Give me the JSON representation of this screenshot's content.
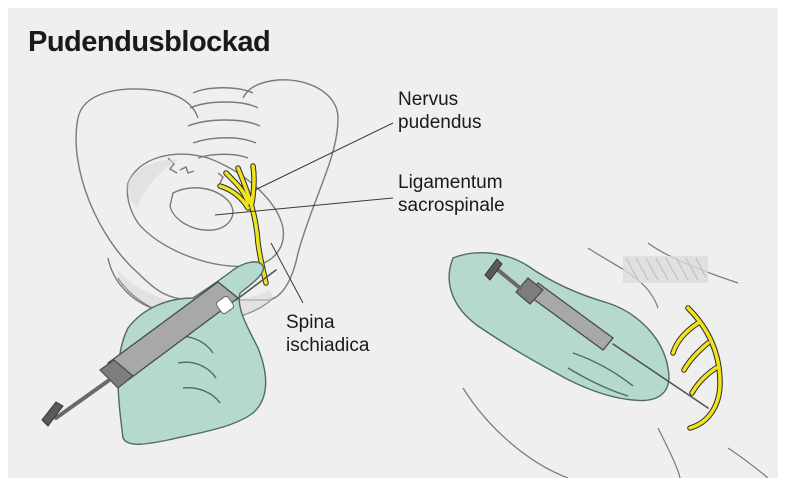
{
  "title": "Pudendusblockad",
  "labels": {
    "nerve": [
      "Nervus",
      "pudendus"
    ],
    "ligament": [
      "Ligamentum",
      "sacrospinale"
    ],
    "spine": [
      "Spina",
      "ischiadica"
    ]
  },
  "colors": {
    "background": "#efefef",
    "nerve": "#f2e21c",
    "glove": "#b5d8cf",
    "glove_outline": "#4f6b63",
    "bone_outline": "#7a7a7a",
    "syringe": "#8a8a8a",
    "text": "#1a1a1a"
  }
}
